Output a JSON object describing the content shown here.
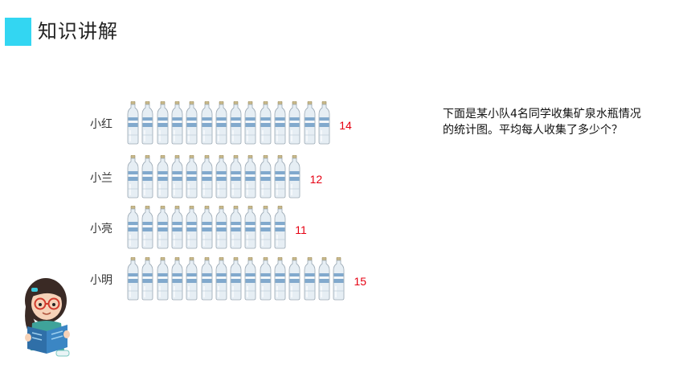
{
  "header": {
    "title": "知识讲解",
    "accent": "#33d6f2"
  },
  "chart_data": {
    "type": "pictograph",
    "unit_icon": "water-bottle-icon",
    "categories": [
      "小红",
      "小兰",
      "小亮",
      "小明"
    ],
    "values": [
      14,
      12,
      11,
      15
    ],
    "value_labels": [
      "14",
      "12",
      "11",
      "15"
    ],
    "value_color": "#e60012"
  },
  "question": {
    "text": "下面是某小队4名同学收集矿泉水瓶情况的统计图。平均每人收集了多少个？"
  },
  "illustration": {
    "icon": "girl-reading-icon"
  }
}
